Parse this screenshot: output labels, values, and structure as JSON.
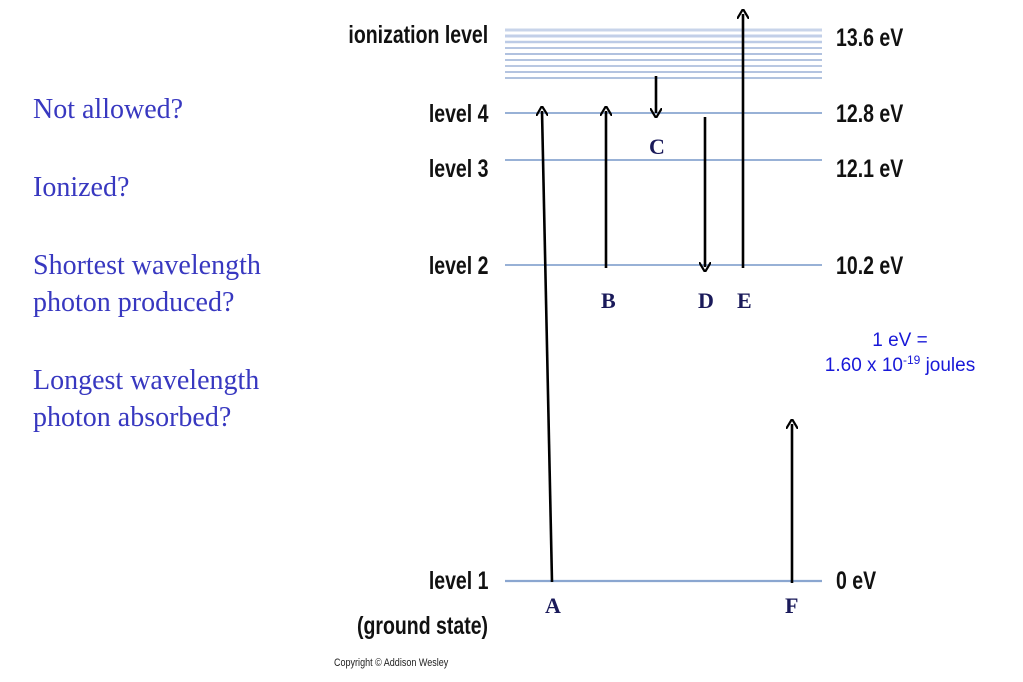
{
  "questions": {
    "q1": "Not allowed?",
    "q2": "Ionized?",
    "q3_line1": "Shortest wavelength",
    "q3_line2": "photon produced?",
    "q4_line1": "Longest wavelength",
    "q4_line2": "photon absorbed?"
  },
  "levels": {
    "ionization": {
      "label": "ionization level",
      "energy": "13.6 eV"
    },
    "level4": {
      "label": "level 4",
      "energy": "12.8 eV"
    },
    "level3": {
      "label": "level 3",
      "energy": "12.1 eV"
    },
    "level2": {
      "label": "level 2",
      "energy": "10.2 eV"
    },
    "level1": {
      "label": "level 1",
      "sublabel": "(ground state)",
      "energy": "0 eV"
    }
  },
  "transitions": {
    "A": "A",
    "B": "B",
    "C": "C",
    "D": "D",
    "E": "E",
    "F": "F"
  },
  "conversion_note": {
    "line1": "1 eV =",
    "line2_prefix": "1.60 x 10",
    "line2_exponent": "-19",
    "line2_suffix": " joules"
  },
  "copyright": "Copyright © Addison Wesley",
  "colors": {
    "level_line": "#9ab4d8",
    "question_text": "#3838c0",
    "note_text": "#1818d8"
  }
}
